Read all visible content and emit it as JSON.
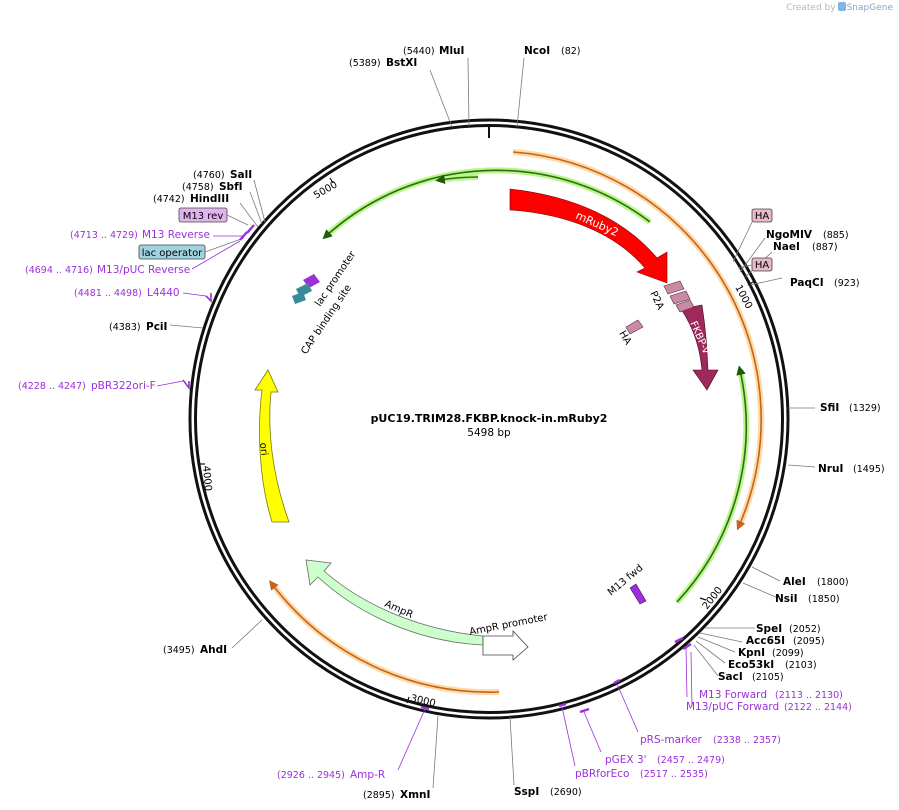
{
  "credit": {
    "prefix": "Created by",
    "brand": "SnapGene"
  },
  "plasmid": {
    "name": "pUC19.TRIM28.FKBP.knock-in.mRuby2",
    "size": "5498 bp"
  },
  "ticks": [
    "1000",
    "2000",
    "3000",
    "4000",
    "5000"
  ],
  "sites": [
    {
      "name": "MluI",
      "pos": "(5440)"
    },
    {
      "name": "BstXI",
      "pos": "(5389)"
    },
    {
      "name": "NcoI",
      "pos": "(82)"
    },
    {
      "name": "SalI",
      "pos": "(4760)"
    },
    {
      "name": "SbfI",
      "pos": "(4758)"
    },
    {
      "name": "HindIII",
      "pos": "(4742)"
    },
    {
      "name": "NgoMIV",
      "pos": "(885)"
    },
    {
      "name": "NaeI",
      "pos": "(887)"
    },
    {
      "name": "PaqCI",
      "pos": "(923)"
    },
    {
      "name": "PciI",
      "pos": "(4383)"
    },
    {
      "name": "SfiI",
      "pos": "(1329)"
    },
    {
      "name": "NruI",
      "pos": "(1495)"
    },
    {
      "name": "AleI",
      "pos": "(1800)"
    },
    {
      "name": "NsiI",
      "pos": "(1850)"
    },
    {
      "name": "SpeI",
      "pos": "(2052)"
    },
    {
      "name": "Acc65I",
      "pos": "(2095)"
    },
    {
      "name": "KpnI",
      "pos": "(2099)"
    },
    {
      "name": "Eco53kI",
      "pos": "(2103)"
    },
    {
      "name": "SacI",
      "pos": "(2105)"
    },
    {
      "name": "AhdI",
      "pos": "(3495)"
    },
    {
      "name": "XmnI",
      "pos": "(2895)"
    },
    {
      "name": "SspI",
      "pos": "(2690)"
    }
  ],
  "primers": [
    {
      "name": "M13 Reverse",
      "range": "(4713 .. 4729)"
    },
    {
      "name": "M13/pUC Reverse",
      "range": "(4694 .. 4716)"
    },
    {
      "name": "L4440",
      "range": "(4481 .. 4498)"
    },
    {
      "name": "pBR322ori-F",
      "range": "(4228 .. 4247)"
    },
    {
      "name": "M13 Forward",
      "range": "(2113 .. 2130)"
    },
    {
      "name": "M13/pUC Forward",
      "range": "(2122 .. 2144)"
    },
    {
      "name": "pRS-marker",
      "range": "(2338 .. 2357)"
    },
    {
      "name": "pGEX 3'",
      "range": "(2457 .. 2479)"
    },
    {
      "name": "pBRforEco",
      "range": "(2517 .. 2535)"
    },
    {
      "name": "Amp-R",
      "range": "(2926 .. 2945)"
    }
  ],
  "boxes": {
    "m13rev": "M13 rev",
    "lacop": "lac operator",
    "ha1": "HA",
    "ha2": "HA"
  },
  "features": {
    "mruby2": "mRuby2",
    "fkbp": "FKBP-V",
    "p2a": "P2A",
    "ha": "HA",
    "m13fwd": "M13 fwd",
    "ori": "ori",
    "ampr": "AmpR",
    "amprpromoter": "AmpR promoter",
    "lacpromoter": "lac promoter",
    "cap": "CAP binding site"
  },
  "colors": {
    "mruby2": "#ff0000",
    "fkbp": "#a0295b",
    "p2a": "#c98aa6",
    "ori": "#ffff00",
    "ampr": "#ccffcc",
    "orf_line": "#2c6e0f",
    "orf_glow": "#b9f58a",
    "orange_line": "#c4641a",
    "orange_glow": "#ffd9a6",
    "primer": "#9b30d9",
    "ha_box": "#e8b9c6",
    "m13rev_box": "#e0b3f0",
    "lacop_box": "#9fd3e0"
  }
}
